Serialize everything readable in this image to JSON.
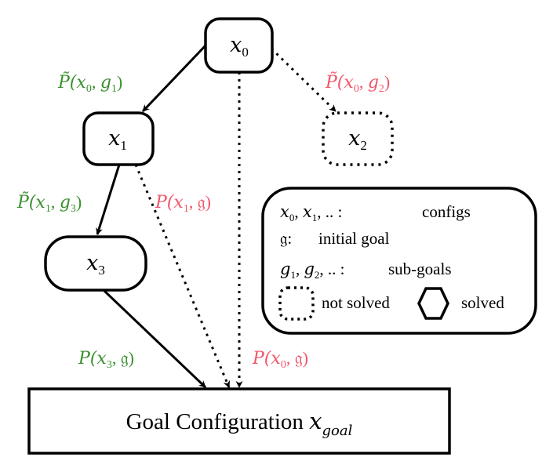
{
  "nodes": {
    "x0": {
      "label": "x",
      "sub": "0"
    },
    "x1": {
      "label": "x",
      "sub": "1"
    },
    "x2": {
      "label": "x",
      "sub": "2"
    },
    "x3": {
      "label": "x",
      "sub": "3"
    },
    "goal": {
      "text": "Goal Configuration ",
      "var": "x",
      "sub": "goal"
    }
  },
  "edges": {
    "x0_x1": {
      "pre": "P̃(",
      "v1": "x",
      "s1": "0",
      "mid": ", ",
      "v2": "g",
      "s2": "1",
      "post": ")",
      "status": "solved"
    },
    "x0_x2": {
      "pre": "P̃(",
      "v1": "x",
      "s1": "0",
      "mid": ", ",
      "v2": "g",
      "s2": "2",
      "post": ")",
      "status": "not solved"
    },
    "x1_x3": {
      "pre": "P̃(",
      "v1": "x",
      "s1": "1",
      "mid": ", ",
      "v2": "g",
      "s2": "3",
      "post": ")",
      "status": "solved"
    },
    "x1_goal": {
      "pre": "P(",
      "v1": "x",
      "s1": "1",
      "mid": ", ",
      "g": "𝔤",
      "post": ")",
      "status": "not solved"
    },
    "x3_goal": {
      "pre": "P(",
      "v1": "x",
      "s1": "3",
      "mid": ", ",
      "g": "𝔤",
      "post": ")",
      "status": "solved"
    },
    "x0_goal": {
      "pre": "P(",
      "v1": "x",
      "s1": "0",
      "mid": ", ",
      "g": "𝔤",
      "post": ")",
      "status": "not solved"
    }
  },
  "legend": {
    "configs": {
      "v1": "x",
      "s1": "0",
      "sep1": ", ",
      "v2": "x",
      "s2": "1",
      "tail": ", .. :",
      "desc": "configs"
    },
    "goal": {
      "g": "𝔤",
      "colon": ":",
      "desc": "initial goal"
    },
    "subgoals": {
      "v1": "g",
      "s1": "1",
      "sep1": ", ",
      "v2": "g",
      "s2": "2",
      "tail": ", .. :",
      "desc": "sub-goals"
    },
    "not_solved": "not solved",
    "solved": "solved"
  },
  "colors": {
    "solved": "#3a8f2e",
    "not_solved": "#f0566a",
    "stroke": "#000000"
  }
}
